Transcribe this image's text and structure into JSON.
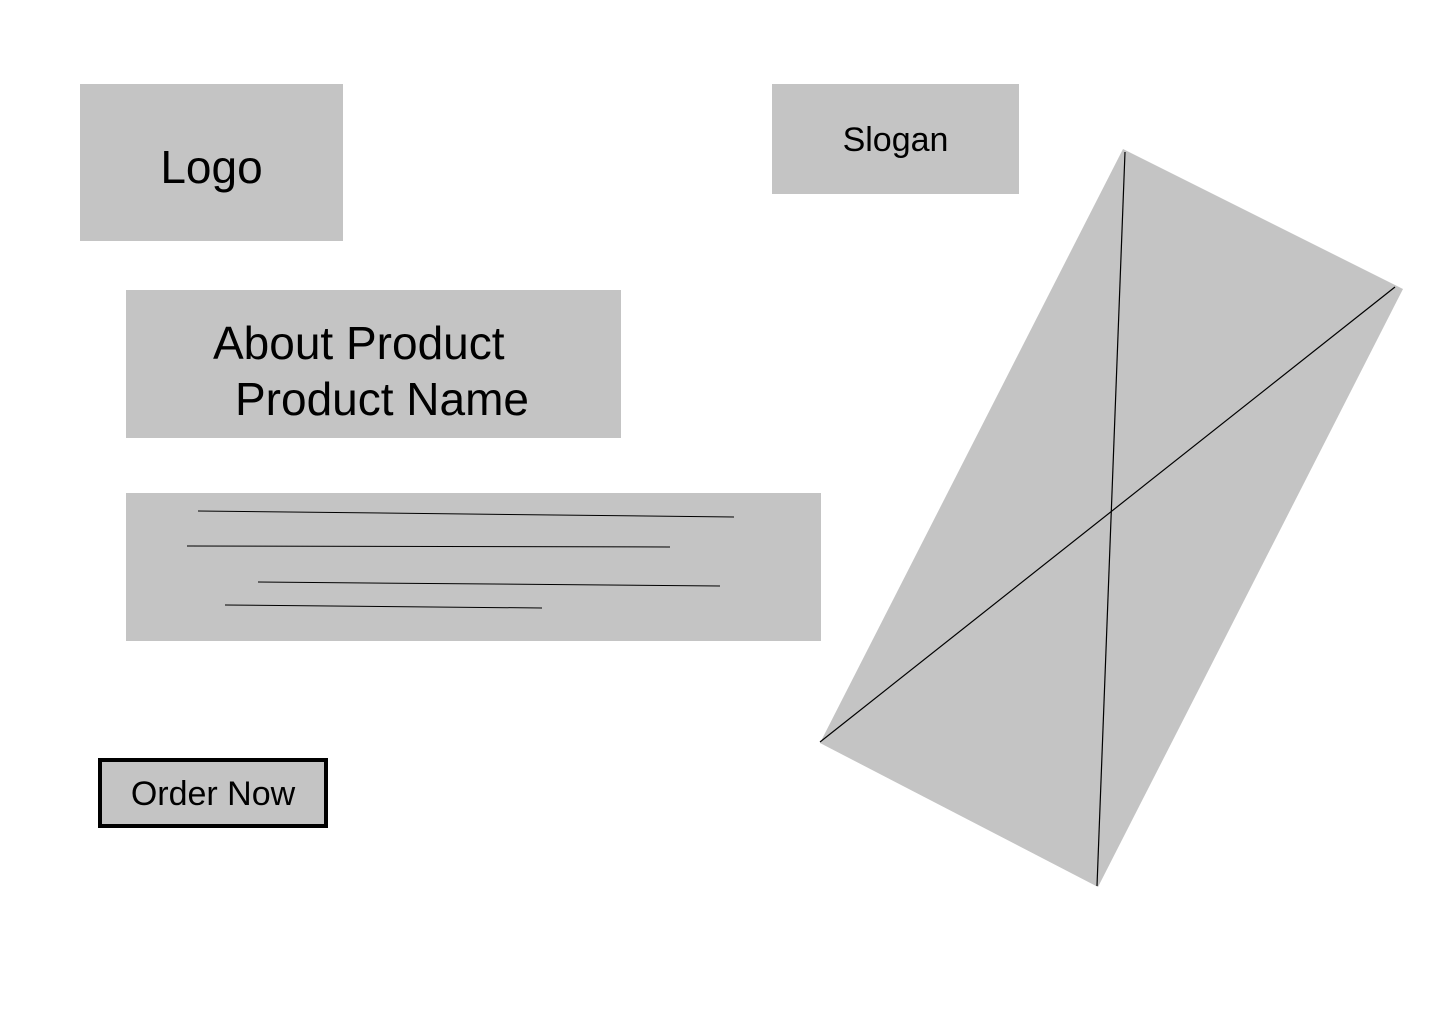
{
  "header": {
    "logo_label": "Logo",
    "slogan_label": "Slogan"
  },
  "about": {
    "line1": "About Product",
    "line2": "Product Name"
  },
  "description": {
    "placeholder_lines": 4
  },
  "cta": {
    "order_label": "Order Now"
  },
  "image": {
    "icon": "image-placeholder-icon"
  },
  "colors": {
    "placeholder_fill": "#c4c4c4",
    "text": "#000000",
    "background": "#ffffff",
    "button_border": "#000000"
  }
}
